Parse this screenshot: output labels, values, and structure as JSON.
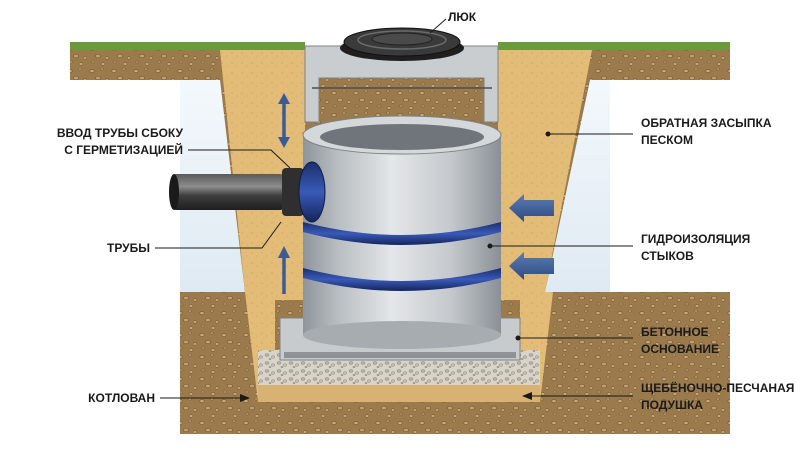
{
  "labels": {
    "hatch": "ЛЮК",
    "pipe_entry_line1": "ВВОД ТРУБЫ СБОКУ",
    "pipe_entry_line2": "С ГЕРМЕТИЗАЦИЕЙ",
    "pipes": "ТРУБЫ",
    "pit": "КОТЛОВАН",
    "backfill_line1": "ОБРАТНАЯ ЗАСЫПКА",
    "backfill_line2": "ПЕСКОМ",
    "waterproof_line1": "ГИДРОИЗОЛЯЦИЯ",
    "waterproof_line2": "СТЫКОВ",
    "base_line1": "БЕТОННОЕ",
    "base_line2": "ОСНОВАНИЕ",
    "cushion_line1": "ЩЕБЁНОЧНО-ПЕСЧАНАЯ",
    "cushion_line2": "ПОДУШКА"
  },
  "colors": {
    "soil": "#9b7a4c",
    "sand": "#e3bd78",
    "concrete": "#c9cdd0",
    "grass": "#6a9a3a",
    "seal": "#1f3d8a",
    "pipe": "#3a3a3a",
    "arrow": "#3b5c93",
    "sky": "#eaf2f8"
  }
}
